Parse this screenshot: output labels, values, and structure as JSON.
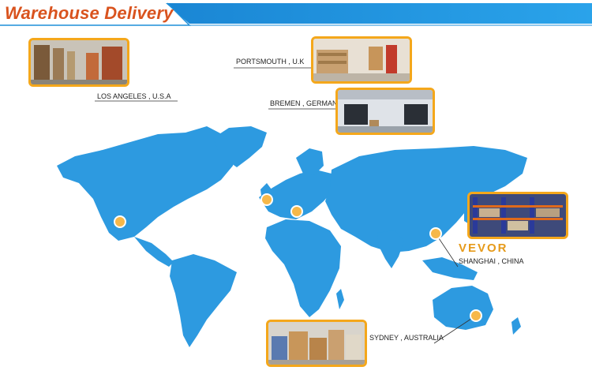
{
  "header": {
    "title": "Warehouse Delivery"
  },
  "brand": {
    "name": "VEVOR"
  },
  "locations": [
    {
      "id": "los-angeles",
      "label": "LOS ANGELES , U.S.A"
    },
    {
      "id": "portsmouth",
      "label": "PORTSMOUTH , U.K"
    },
    {
      "id": "bremen",
      "label": "BREMEN , GERMANY"
    },
    {
      "id": "shanghai",
      "label": "SHANGHAI , CHINA"
    },
    {
      "id": "sydney",
      "label": "SYDNEY , AUSTRALIA"
    }
  ],
  "colors": {
    "header_blue": "#1e8fd9",
    "map_blue": "#2d9ae0",
    "accent_orange": "#f4a71b",
    "title_orange": "#d9531e",
    "brand_gold": "#e69a1a"
  }
}
